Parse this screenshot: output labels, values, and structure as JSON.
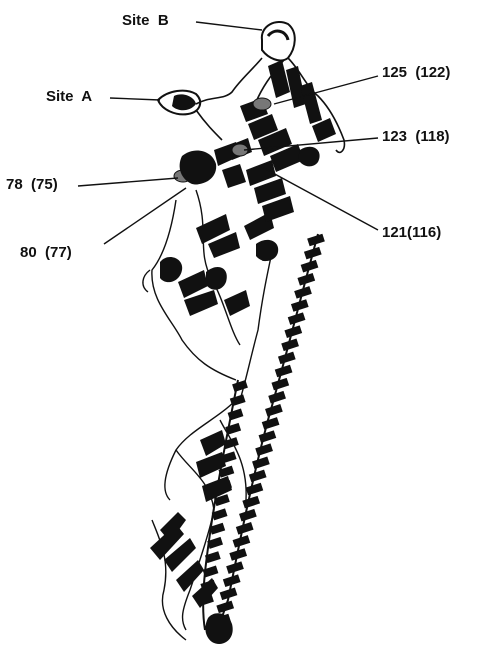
{
  "labels": {
    "site_b": "Site  B",
    "site_a": "Site  A",
    "res_125": "125  (122)",
    "res_123": "123  (118)",
    "res_78": "78  (75)",
    "res_121": "121(116)",
    "res_80": "80  (77)"
  },
  "colors": {
    "ink": "#111111",
    "marker": "#777777",
    "background": "#ffffff"
  }
}
